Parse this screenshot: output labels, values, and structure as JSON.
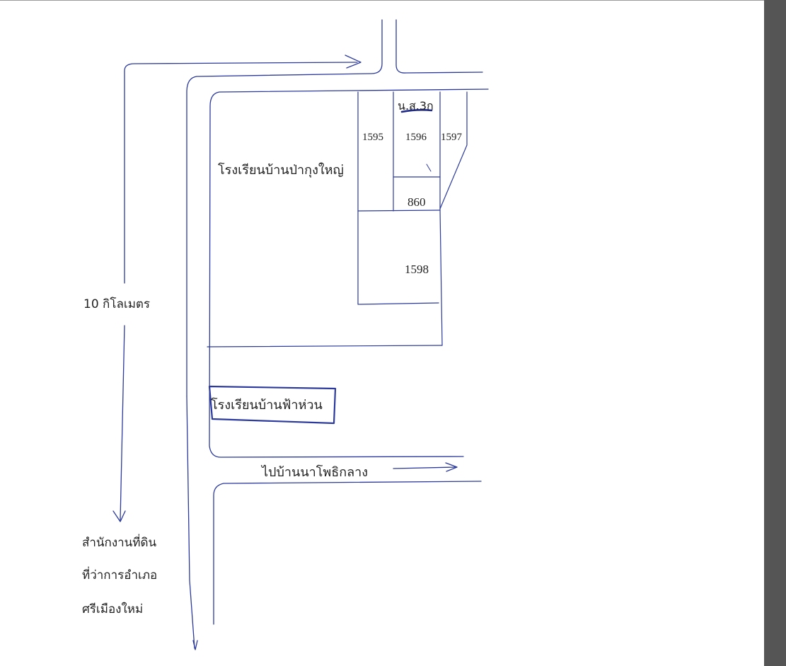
{
  "colors": {
    "ink": "#2b3a9c",
    "scrollbar": "#555555",
    "page": "#ffffff",
    "text": "#222222"
  },
  "labels": {
    "school_main": "โรงเรียนบ้านป่ากุงใหญ่",
    "school_second": "โรงเรียนบ้านฟ้าห่วน",
    "road_to": "ไปบ้านนาโพธิกลาง",
    "distance": "10 กิโลเมตร",
    "office_line1": "สำนักงานที่ดิน",
    "office_line2": "ที่ว่าการอำเภอ",
    "office_line3": "ศรีเมืองใหม่",
    "doc_type": "น.ส.3ก"
  },
  "plots": {
    "p1595": "1595",
    "p1596": "1596",
    "p1597": "1597",
    "p860": "860",
    "p1598": "1598"
  }
}
